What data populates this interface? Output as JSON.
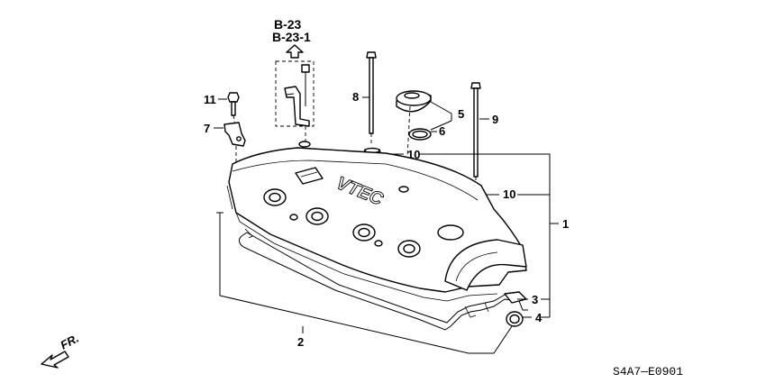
{
  "references": {
    "line1": "B-23",
    "line2": "B-23-1"
  },
  "callouts": {
    "c1": "1",
    "c2": "2",
    "c3": "3",
    "c4": "4",
    "c5": "5",
    "c6": "6",
    "c7": "7",
    "c8": "8",
    "c9": "9",
    "c10a": "10",
    "c10b": "10",
    "c11": "11"
  },
  "direction_label": "FR.",
  "cover_logo_text": "VTEC",
  "diagram_code": "S4A7—E0901",
  "icons": [
    "up-arrow-icon",
    "front-direction-arrow-icon"
  ]
}
